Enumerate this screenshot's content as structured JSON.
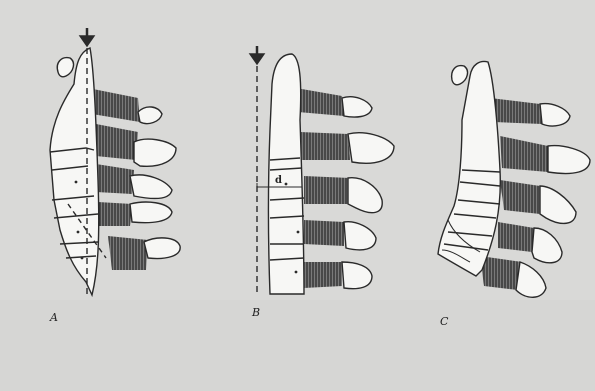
{
  "figure": {
    "panels": [
      {
        "label": "A"
      },
      {
        "label": "B"
      },
      {
        "label": "C"
      }
    ],
    "distance_label": "d",
    "ink_color": "#2a2a2a",
    "paper_color": "#dadad8",
    "fill_color": "#f7f7f5",
    "hatch_color": "#4a4a4a"
  }
}
